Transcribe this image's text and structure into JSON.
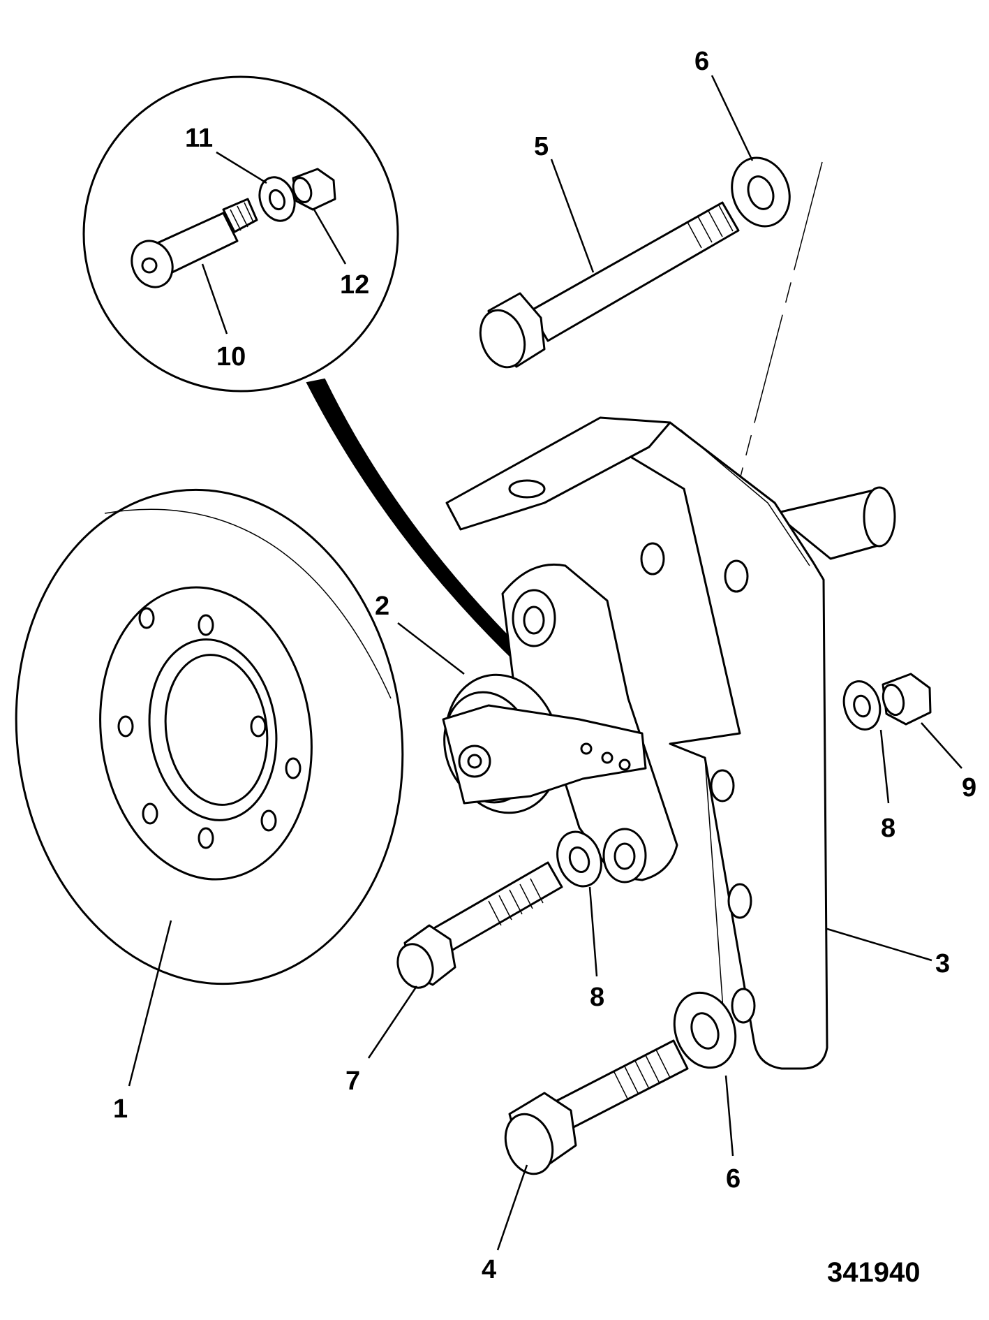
{
  "figure_ref": "341940",
  "callouts": {
    "c1": "1",
    "c2": "2",
    "c3": "3",
    "c4": "4",
    "c5": "5",
    "c6_top": "6",
    "c6_bottom": "6",
    "c7": "7",
    "c8_right": "8",
    "c8_center": "8",
    "c9": "9",
    "c10": "10",
    "c11": "11",
    "c12": "12"
  }
}
